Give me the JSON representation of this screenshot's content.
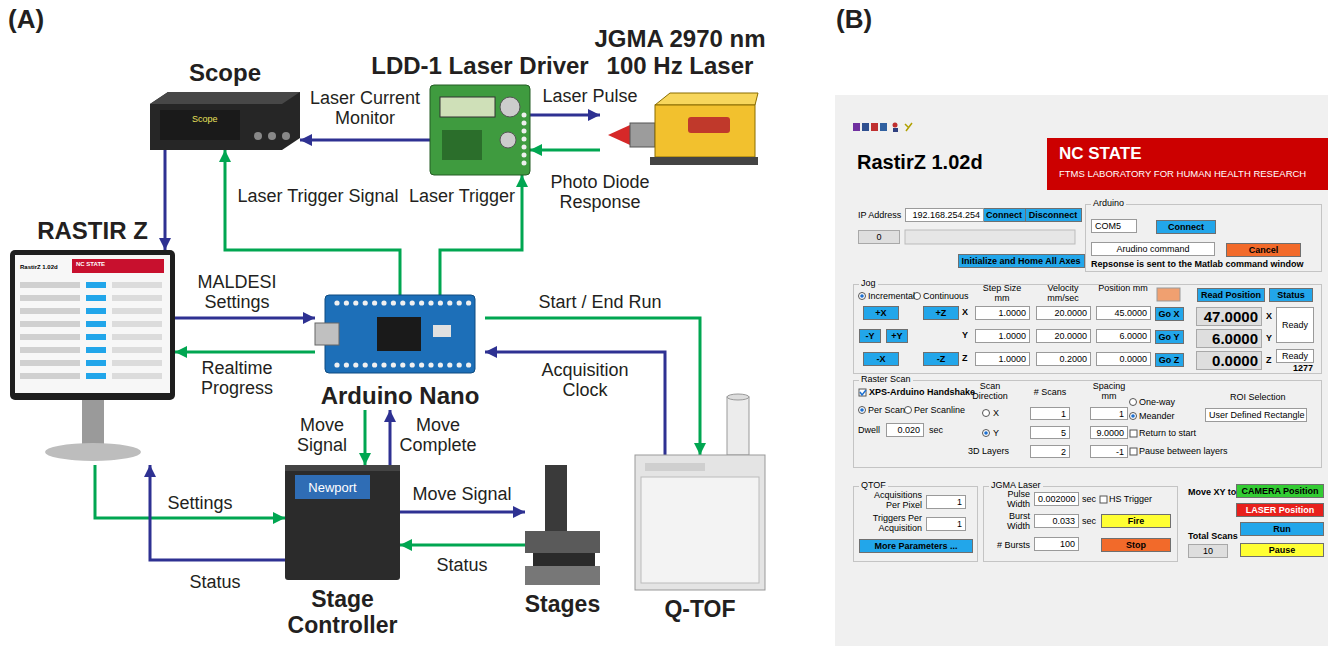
{
  "diagram": {
    "nodes": [
      {
        "text": [
          "Scope",
          "Scope"
        ]
      },
      {
        "text": [
          "LDD-1 Laser Driver"
        ]
      },
      {
        "text": [
          "JGMA 2970 nm 100 Hz Laser"
        ]
      },
      {
        "text": [
          "RASTIR Z",
          "NC STATE",
          "RastirZ 1.02d"
        ]
      },
      {
        "text": [
          "Arduino Nano"
        ]
      },
      {
        "text": [
          "Stage Controller",
          "Newport"
        ]
      },
      {
        "text": [
          "Stages"
        ]
      },
      {
        "text": [
          "Q-TOF"
        ]
      },
      {
        "text": [
          "NC STATE",
          "FTMS LABORATORY FOR HUMAN HEALTH RESEARCH"
        ]
      },
      {
        "text": [
          "Connect"
        ]
      },
      {
        "text": [
          "Disconnect"
        ]
      },
      {
        "text": [
          "Arduino"
        ]
      },
      {
        "text": [
          "Connect"
        ],
        "in": 11
      },
      {
        "text": [
          "Cancel"
        ],
        "in": 11
      },
      {
        "text": [
          "Initialize and Home All Axes"
        ]
      },
      {
        "text": [
          "Jog"
        ]
      },
      {
        "text": [
          "+X"
        ],
        "in": 15
      },
      {
        "text": [
          "+Z"
        ],
        "in": 15
      },
      {
        "text": [
          "-Y"
        ],
        "in": 15
      },
      {
        "text": [
          "+Y"
        ],
        "in": 15
      },
      {
        "text": [
          "-X"
        ],
        "in": 15
      },
      {
        "text": [
          "-Z"
        ],
        "in": 15
      },
      {
        "text": [
          "Go X"
        ],
        "in": 15
      },
      {
        "text": [
          "Go Y"
        ],
        "in": 15
      },
      {
        "text": [
          "Go Z"
        ],
        "in": 15
      },
      {
        "text": [
          "Read Position"
        ],
        "in": 15
      },
      {
        "text": [
          "Status"
        ],
        "in": 15
      },
      {
        "text": [
          "Raster Scan"
        ]
      },
      {
        "text": [
          "QTOF"
        ]
      },
      {
        "text": [
          "More Parameters ..."
        ],
        "in": 28
      },
      {
        "text": [
          "JGMA Laser"
        ]
      },
      {
        "text": [
          "Fire"
        ],
        "in": 30
      },
      {
        "text": [
          "Stop"
        ],
        "in": 30
      },
      {
        "text": [
          "CAMERA Position"
        ]
      },
      {
        "text": [
          "LASER Position"
        ]
      },
      {
        "text": [
          "Run"
        ]
      },
      {
        "text": [
          "Pause"
        ]
      }
    ],
    "edges": [
      {
        "from": 1,
        "to": 0,
        "arrow": "to",
        "label": "Laser Current Monitor"
      },
      {
        "from": 1,
        "to": 2,
        "arrow": "to",
        "label": "Laser Pulse"
      },
      {
        "from": 2,
        "to": 1,
        "arrow": "to",
        "label": "Photo Diode Response"
      },
      {
        "from": 4,
        "to": 0,
        "arrow": "to",
        "label": "Laser Trigger Signal"
      },
      {
        "from": 4,
        "to": 1,
        "arrow": "to",
        "label": "Laser Trigger"
      },
      {
        "from": 0,
        "to": 3,
        "arrow": "to"
      },
      {
        "from": 3,
        "to": 4,
        "arrow": "to",
        "label": "MALDESI Settings"
      },
      {
        "from": 4,
        "to": 3,
        "arrow": "to",
        "label": "Realtime Progress"
      },
      {
        "from": 4,
        "to": 7,
        "arrow": "to",
        "label": "Start / End Run"
      },
      {
        "from": 7,
        "to": 4,
        "arrow": "to",
        "label": "Acquisition Clock"
      },
      {
        "from": 4,
        "to": 5,
        "arrow": "to",
        "label": "Move Signal"
      },
      {
        "from": 5,
        "to": 4,
        "arrow": "to",
        "label": "Move Complete"
      },
      {
        "from": 3,
        "to": 5,
        "arrow": "to",
        "label": "Settings"
      },
      {
        "from": 5,
        "to": 3,
        "arrow": "to",
        "label": "Status"
      },
      {
        "from": 5,
        "to": 6,
        "arrow": "to",
        "label": "Move Signal"
      },
      {
        "from": 6,
        "to": 5,
        "arrow": "to",
        "label": "Status"
      }
    ],
    "labels": [
      "(A)",
      "(B)",
      "RastirZ 1.02d",
      "IP Address",
      "192.168.254.254",
      "0",
      "COM5",
      "Arudino command",
      "Repsonse is sent to the Matlab command window",
      "Incremental",
      "Continuous",
      "Step Size mm",
      "Velocity mm/sec",
      "Position mm",
      "X",
      "1.0000",
      "20.0000",
      "45.0000",
      "Y",
      "1.0000",
      "20.0000",
      "6.0000",
      "Z",
      "1.0000",
      "0.2000",
      "0.0000",
      "47.0000",
      "X",
      "6.0000",
      "Y",
      "0.0000",
      "Z",
      "Ready",
      "Ready",
      "1277",
      "XPS-Arduino Handshake",
      "Per Scan",
      "Per Scanline",
      "Dwell",
      "0.020",
      "sec",
      "Scan Direction",
      "# Scans",
      "Spacing mm",
      "X",
      "1",
      "1",
      "Y",
      "5",
      "9.0000",
      "3D Layers",
      "2",
      "-1",
      "One-way",
      "Meander",
      "Return to start",
      "Pause between layers",
      "ROI Selection",
      "User Defined Rectangle",
      "Acquisitions Per Pixel",
      "1",
      "Triggers Per Acquisition",
      "1",
      "Pulse Width",
      "0.002000",
      "sec",
      "HS Trigger",
      "Burst Width",
      "0.033",
      "sec",
      "# Bursts",
      "100",
      "Move XY to",
      "Total Scans",
      "10"
    ]
  }
}
